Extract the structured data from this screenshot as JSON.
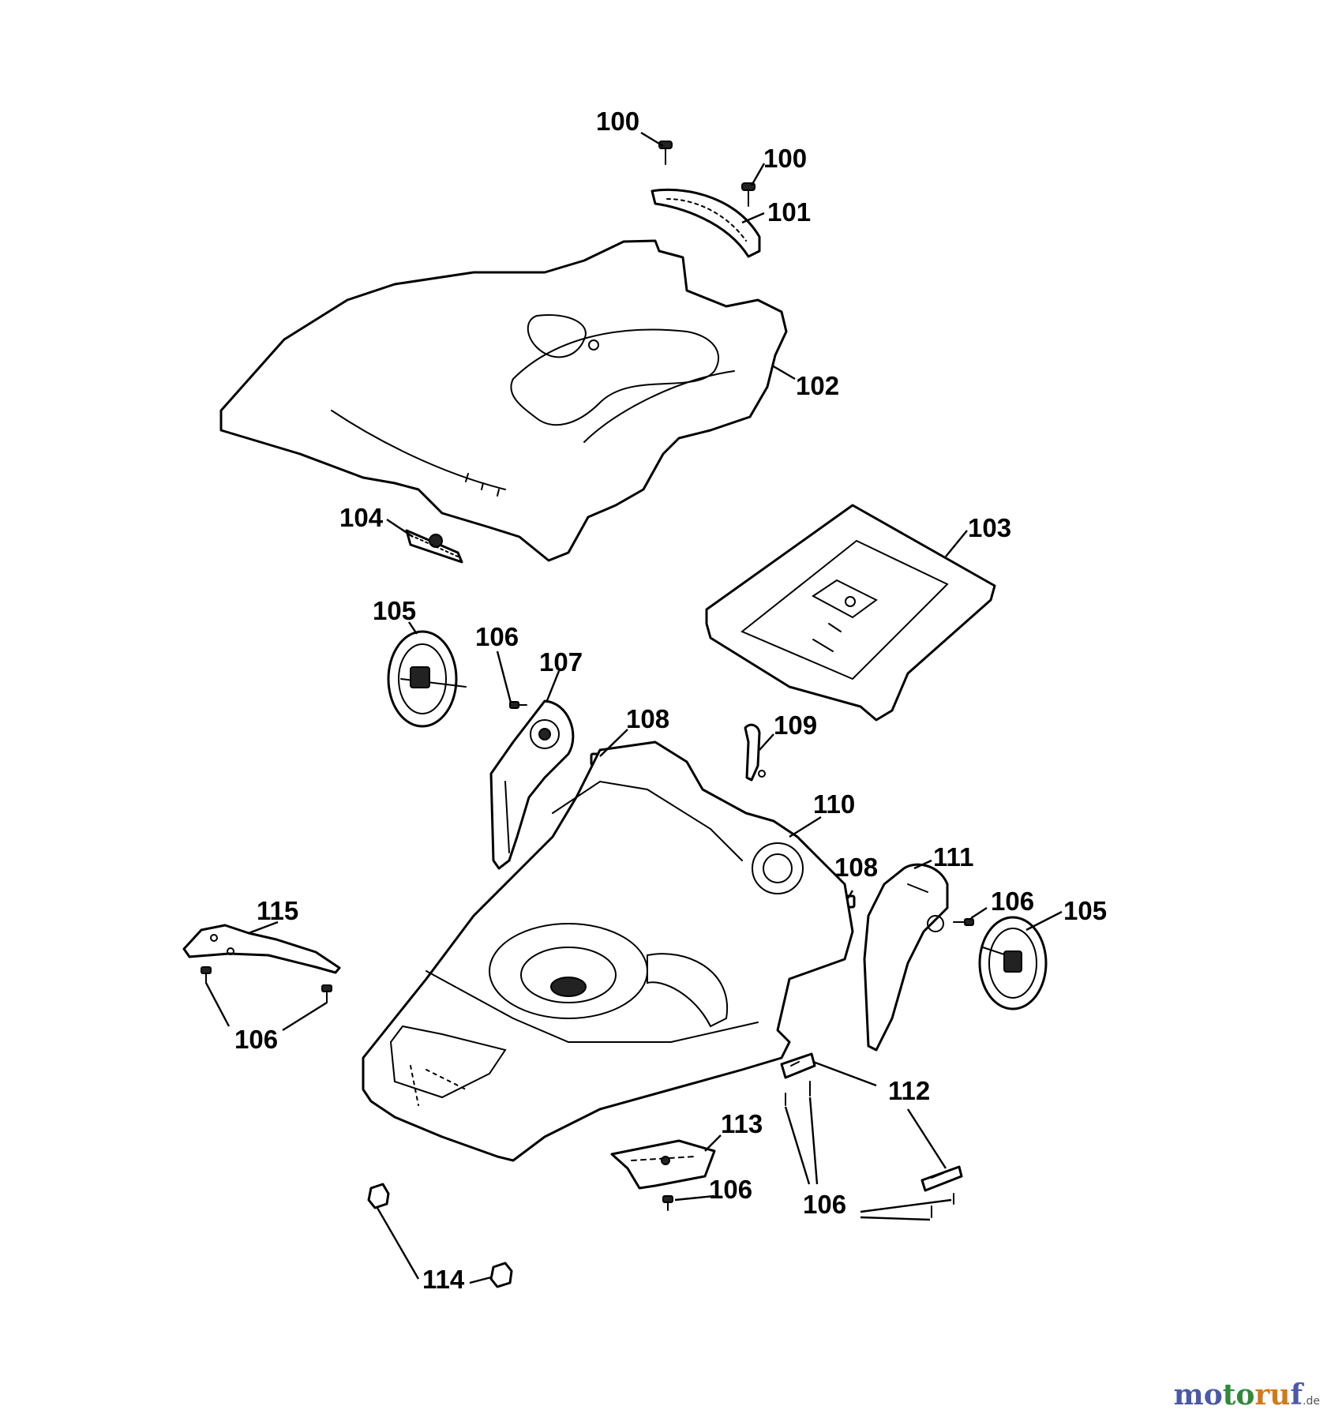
{
  "callouts": {
    "c100a": "100",
    "c100b": "100",
    "c101": "101",
    "c102": "102",
    "c103": "103",
    "c104": "104",
    "c105a": "105",
    "c105b": "105",
    "c106a": "106",
    "c106b": "106",
    "c106c": "106",
    "c106d": "106",
    "c106e": "106",
    "c107": "107",
    "c108a": "108",
    "c108b": "108",
    "c109": "109",
    "c110": "110",
    "c111": "111",
    "c112": "112",
    "c113": "113",
    "c114": "114",
    "c115": "115"
  },
  "watermark": {
    "p1": "mo",
    "p2": "to",
    "p3": "ru",
    "p4": "f",
    "tld": ".de"
  }
}
